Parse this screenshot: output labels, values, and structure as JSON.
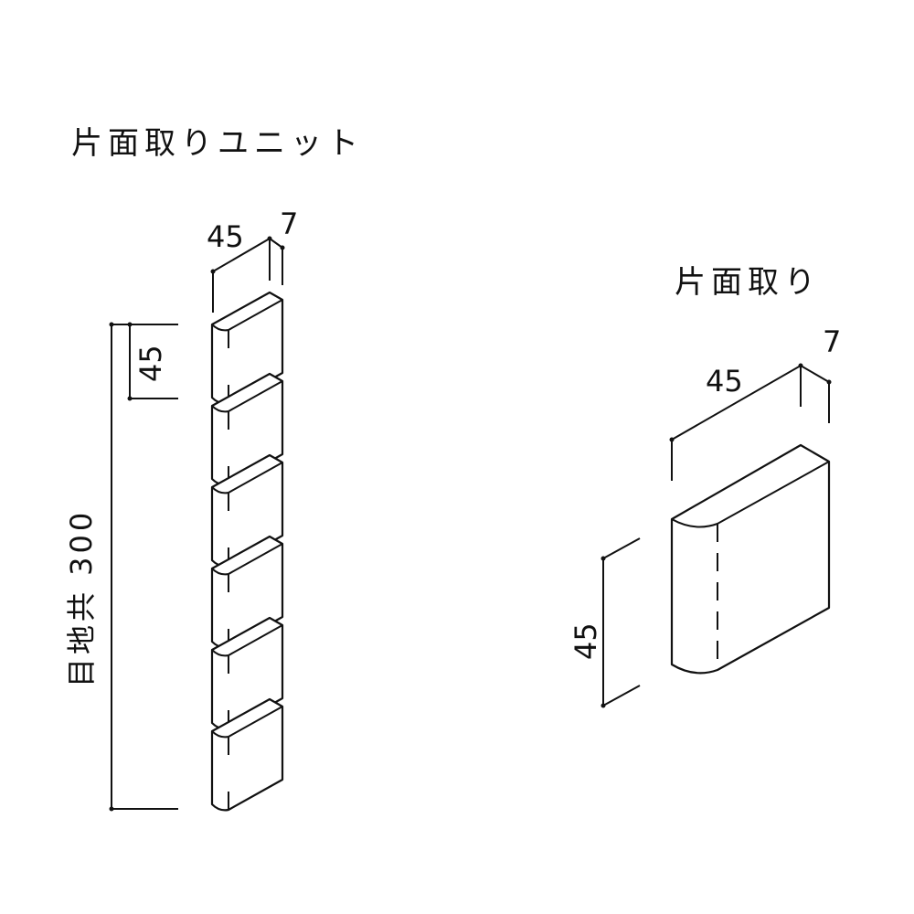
{
  "left": {
    "title": "片面取りユニット",
    "width_label": "45",
    "thickness_label": "7",
    "tile_height_label": "45",
    "total_label": "目地共 300",
    "tile_count": 6
  },
  "right": {
    "title": "片面取り",
    "width_label": "45",
    "thickness_label": "7",
    "height_label": "45"
  },
  "colors": {
    "line": "#111111",
    "background": "#ffffff"
  }
}
